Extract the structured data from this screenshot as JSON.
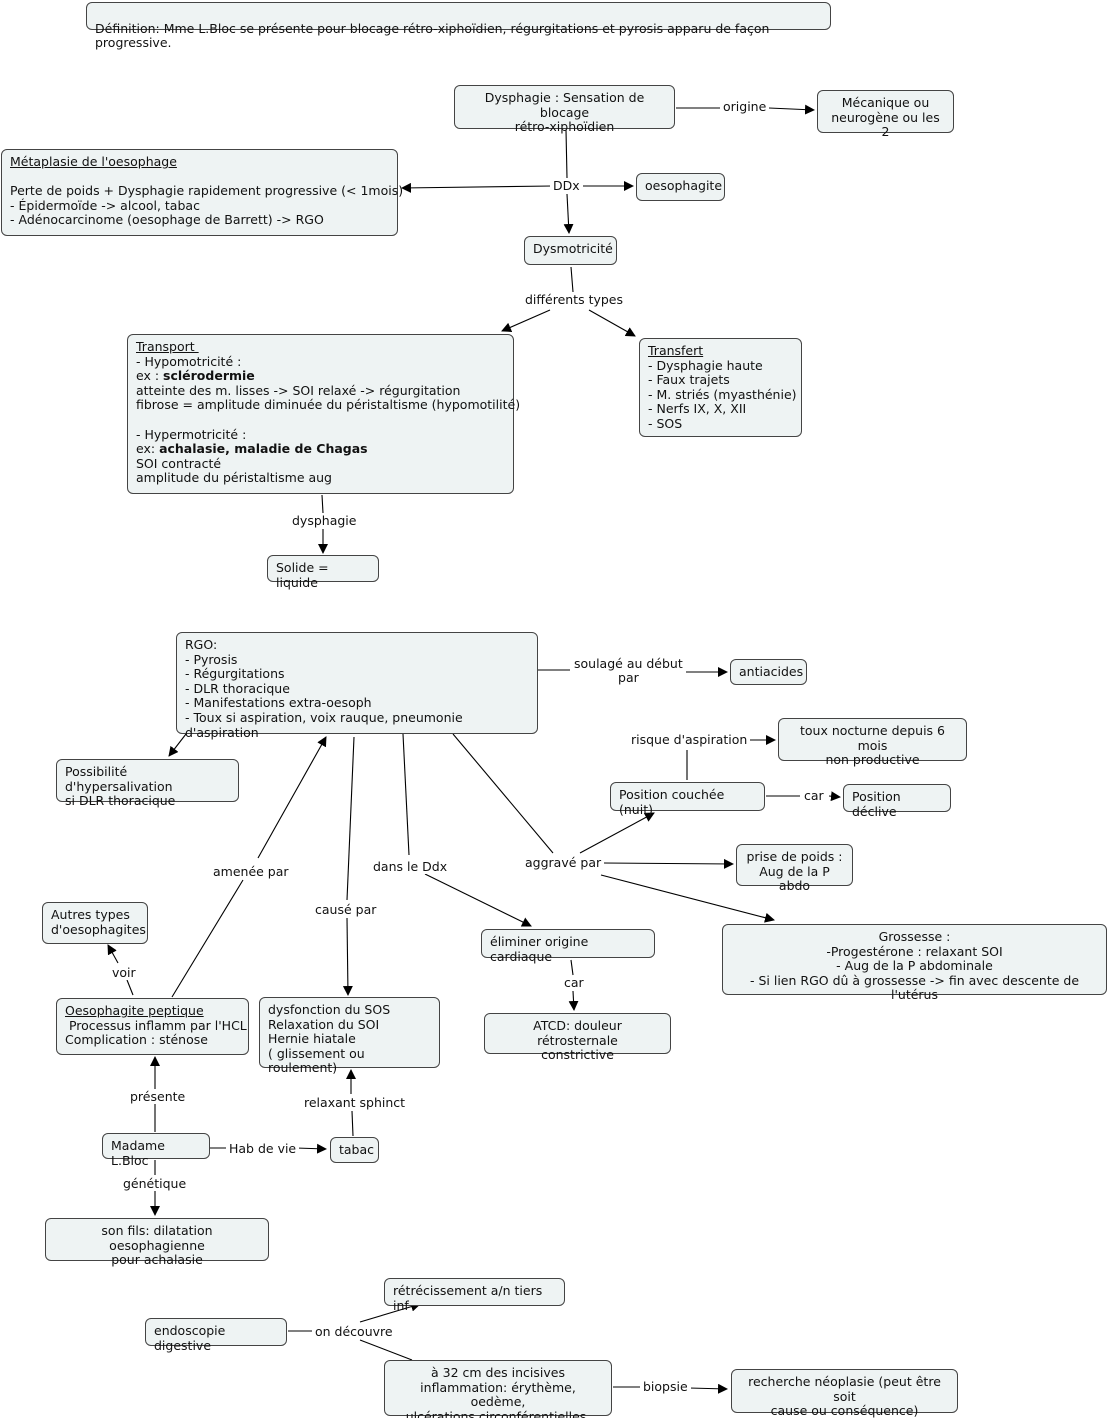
{
  "definition": "Définition: Mme L.Bloc se présente pour blocage rétro-xiphoïdien, régurgitations et pyrosis apparu de façon progressive.",
  "nodes": {
    "dysphagie": "Dysphagie : Sensation de blocage\nrétro-xiphoïdien",
    "mecanique": "Mécanique ou\nneurogène ou les 2",
    "metaplasie_title": "Métaplasie de l'oesophage",
    "metaplasie_l1": "Perte de poids + Dysphagie rapidement progressive (< 1mois)",
    "metaplasie_l2": "- Épidermoïde -> alcool, tabac",
    "metaplasie_l3": "- Adénocarcinome (oesophage de Barrett) -> RGO",
    "oesophagite": "oesophagite",
    "dysmotricite": "Dysmotricité",
    "transport_title": "Transport ",
    "transport_l1": "- Hypomotricité :",
    "transport_l2a": "ex : ",
    "transport_l2b": "sclérodermie",
    "transport_l3": "atteinte des m. lisses -> SOI relaxé -> régurgitation",
    "transport_l4": "fibrose = amplitude diminuée du péristaltisme (hypomotilité)",
    "transport_l5": "- Hypermotricité :",
    "transport_l6a": "ex: ",
    "transport_l6b": "achalasie, maladie de Chagas",
    "transport_l7": "SOI contracté",
    "transport_l8": "amplitude du péristaltisme aug",
    "transfert_title": "Transfert",
    "transfert_l1": "- Dysphagie haute",
    "transfert_l2": "- Faux trajets",
    "transfert_l3": "- M. striés (myasthénie)",
    "transfert_l4": "- Nerfs IX, X, XII",
    "transfert_l5": "- SOS",
    "solide": "Solide = liquide",
    "rgo": "RGO:\n- Pyrosis\n- Régurgitations\n- DLR thoracique\n- Manifestations extra-oesoph\n- Toux si aspiration, voix rauque, pneumonie d'aspiration",
    "antiacides": "antiacides",
    "hypersalivation": "Possibilité d'hypersalivation\nsi DLR thoracique",
    "toux": "toux nocturne depuis 6 mois\nnon productive",
    "position_couchee": "Position couchée (nuit)",
    "position_declive": "Position déclive",
    "prise_poids": "prise de poids :\nAug de la P abdo",
    "grossesse": "Grossesse :\n-Progestérone : relaxant SOI\n- Aug de la P abdominale\n- Si lien RGO dû à grossesse -> fin avec descente de l'utérus",
    "autres_types": "Autres types\nd'oesophagites",
    "eliminer": "éliminer origine cardiaque",
    "oesophagite_peptique_title": "Oesophagite peptique",
    "oesophagite_peptique_body": " Processus inflamm par l'HCL\nComplication : sténose",
    "dysfonction": "dysfonction du SOS\nRelaxation du SOI\nHernie hiatale\n( glissement ou roulement)",
    "atcd": "ATCD: douleur rétrosternale\nconstrictive",
    "madame": "Madame L.Bloc",
    "tabac": "tabac",
    "fils": "son fils: dilatation oesophagienne\npour achalasie",
    "retrecissement": "rétrécissement a/n tiers inf",
    "endoscopie": "endoscopie digestive",
    "incisives": "à 32 cm des incisives\ninflammation: érythème, oedème,\nulcérations circonférentielles.",
    "neoplasie": "recherche néoplasie (peut être soit\ncause ou conséquence)"
  },
  "links": {
    "origine": "origine",
    "ddx": "DDx",
    "differents_types": "différents types",
    "dysphagie": "dysphagie",
    "soulage": "soulagé au début\npar",
    "risque": "risque d'aspiration",
    "car1": "car",
    "aggrave": "aggravé par",
    "amenee": "amenée par",
    "cause": "causé par",
    "dans_ddx": "dans le Ddx",
    "voir": "voir",
    "car2": "car",
    "presente": "présente",
    "relaxant": "relaxant sphinct",
    "hab": "Hab de vie",
    "genetique": "génétique",
    "decouvre": "on découvre",
    "biopsie": "biopsie"
  }
}
